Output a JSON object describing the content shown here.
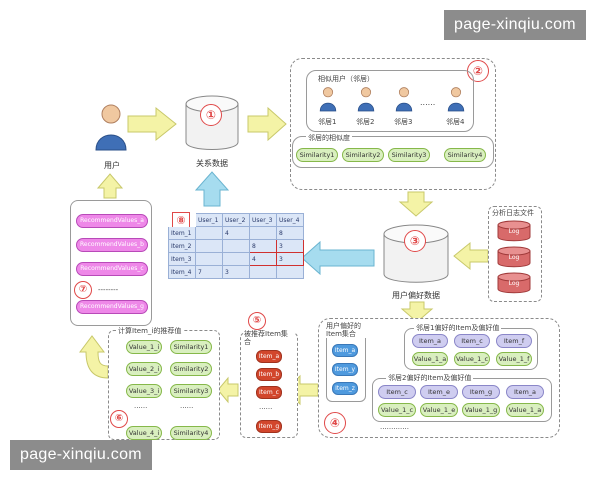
{
  "watermarks": {
    "top": "page-xinqiu.com",
    "bottom": "page-xinqiu.com"
  },
  "colors": {
    "accent_red": "#e04848",
    "arrow_yellow": "#f4f3a6",
    "arrow_blue": "#a6dcef"
  },
  "numbers": [
    "①",
    "②",
    "③",
    "④",
    "⑤",
    "⑥",
    "⑦",
    "⑧"
  ],
  "user": {
    "label": "用户"
  },
  "relation_db": {
    "label": "关系数据"
  },
  "neighbors": {
    "title": "相似用户（邻居）",
    "names": [
      "邻居1",
      "邻居2",
      "邻居3",
      "......",
      "邻居4"
    ],
    "similarity_title": "邻居的相似度",
    "similarities": [
      "Similarity1",
      "Similarity2",
      "Similarity3",
      "Similarity4"
    ]
  },
  "log_panel": {
    "title": "分析日志文件",
    "items": [
      "Log",
      "Log",
      "Log"
    ]
  },
  "pref_db": {
    "label": "用户偏好数据"
  },
  "matrix": {
    "header": [
      "",
      "User_1",
      "User_2",
      "User_3",
      "User_4"
    ],
    "rows": [
      [
        "Item_1",
        "",
        "4",
        "",
        "8"
      ],
      [
        "Item_2",
        "",
        "",
        "8",
        "3"
      ],
      [
        "Item_3",
        "",
        "",
        "4",
        "3"
      ],
      [
        "Item_4",
        "7",
        "3",
        "",
        ""
      ]
    ]
  },
  "recommend": {
    "items": [
      "RecommendValues_a",
      "RecommendValues_b",
      "RecommendValues_c",
      "--------",
      "RecommendValues_g"
    ]
  },
  "pref_panel": {
    "item_set_title": "用户偏好的Item集合",
    "item_set": [
      "Item_a",
      "Item_y",
      "Item_z"
    ],
    "neighbor1_title": "邻居1偏好的Item及偏好值",
    "neighbor1_items": [
      "Item_a",
      "Item_c",
      "Item_f"
    ],
    "neighbor1_values": [
      "Value_1_a",
      "Value_1_c",
      "Value_1_f"
    ],
    "neighbor2_title": "邻居2偏好的Item及偏好值",
    "neighbor2_items": [
      "Item_c",
      "Item_e",
      "Item_g",
      "Item_a"
    ],
    "neighbor2_values": [
      "Value_1_c",
      "Value_1_e",
      "Value_1_g",
      "Value_1_a"
    ],
    "ellipsis": "............."
  },
  "recommended_set": {
    "title": "被推荐Item集合",
    "items": [
      "Item_a",
      "Item_b",
      "Item_c",
      "......",
      "Item_g"
    ]
  },
  "compute": {
    "title": "计算Item_i的推荐值",
    "values": [
      "Value_1_i",
      "Value_2_i",
      "Value_3_i",
      "......",
      "Value_4_i"
    ],
    "sims": [
      "Similarity1",
      "Similarity2",
      "Similarity3",
      "......",
      "Similarity4"
    ]
  }
}
